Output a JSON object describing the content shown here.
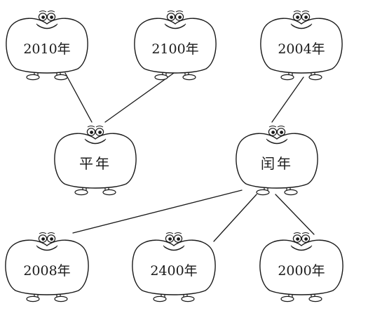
{
  "colors": {
    "ink": "#1a1a1a",
    "background": "#ffffff"
  },
  "mascot_icon": "smiling-persimmon-icon",
  "category_nodes": [
    {
      "id": "ping-nian",
      "label": "平年"
    },
    {
      "id": "run-nian",
      "label": "闰年"
    }
  ],
  "year_nodes": [
    {
      "id": "y2010",
      "label": "2010年",
      "category": "ping-nian"
    },
    {
      "id": "y2100",
      "label": "2100年",
      "category": "ping-nian"
    },
    {
      "id": "y2004",
      "label": "2004年",
      "category": "run-nian"
    },
    {
      "id": "y2008",
      "label": "2008年",
      "category": "run-nian"
    },
    {
      "id": "y2400",
      "label": "2400年",
      "category": "run-nian"
    },
    {
      "id": "y2000",
      "label": "2000年",
      "category": "run-nian"
    }
  ]
}
